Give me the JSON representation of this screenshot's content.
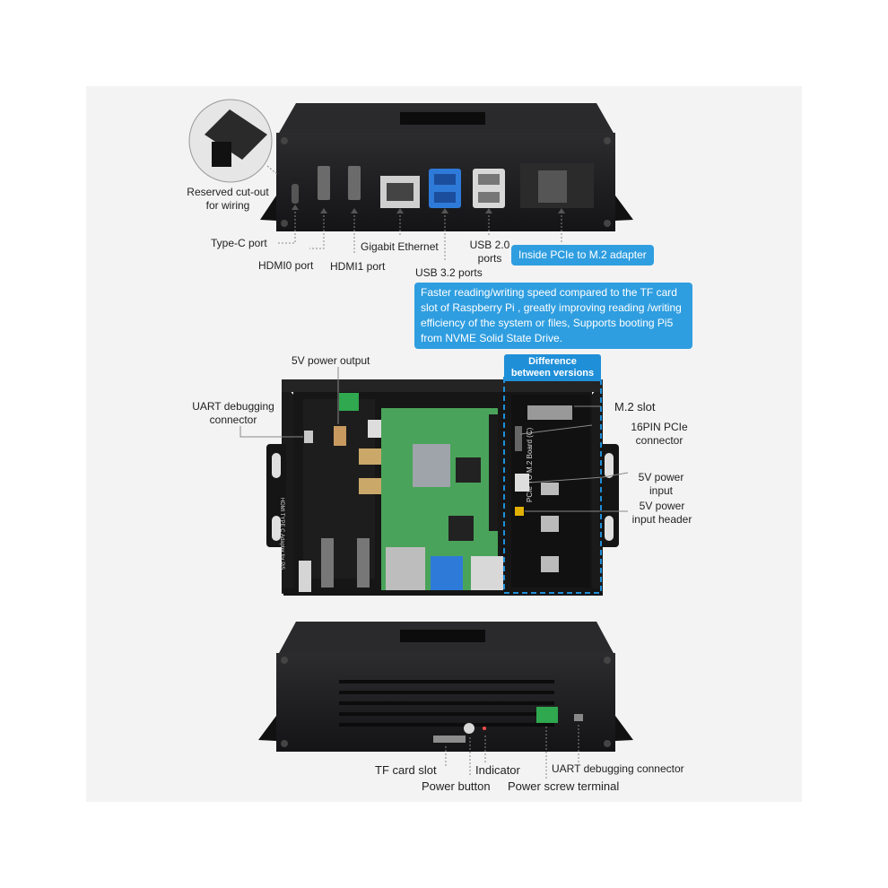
{
  "top_view": {
    "labels": {
      "reserved_cutout": "Reserved cut-out for wiring",
      "type_c_port": "Type-C port",
      "hdmi0_port": "HDMI0 port",
      "hdmi1_port": "HDMI1 port",
      "gigabit_ethernet": "Gigabit Ethernet",
      "usb32_ports": "USB 3.2 ports",
      "usb20_ports": "USB 2.0 ports"
    },
    "callout_title": "Inside PCIe to M.2 adapter",
    "callout_body": "Faster reading/writing speed compared to the TF card slot of Raspberry Pi , greatly improving reading /writing efficiency of the system or files, Supports booting Pi5 from NVME Solid State Drive."
  },
  "middle_view": {
    "badge": "Difference between versions",
    "labels": {
      "power_output": "5V power output",
      "uart_connector": "UART debugging connector",
      "m2_slot": "M.2 slot",
      "pcie_connector": "16PIN PCIe connector",
      "power_input": "5V power input",
      "power_input_header": "5V power input header"
    },
    "board_texts": {
      "adapter_board": "HDMI TYPE C Adapter for Pi5",
      "pcie_board": "PCIe TO M.2 Board (C)"
    }
  },
  "bottom_view": {
    "labels": {
      "tf_card_slot": "TF card slot",
      "power_button": "Power button",
      "indicator": "Indicator",
      "power_screw_terminal": "Power screw terminal",
      "uart_connector": "UART debugging connector"
    }
  },
  "colors": {
    "background": "#f3f3f3",
    "case": "#1c1c1e",
    "callout": "#2f9ee0",
    "pcb_green": "#4aa35a",
    "terminal_green": "#2fa84f"
  }
}
